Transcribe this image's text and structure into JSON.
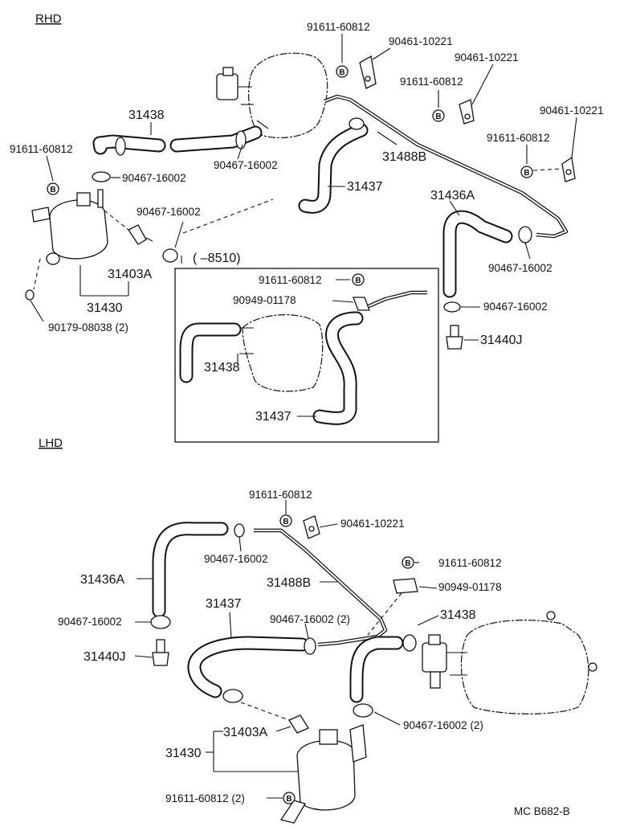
{
  "sections": {
    "rhd": "RHD",
    "lhd": "LHD",
    "inset_range": "(      –8510)"
  },
  "bolt_mark": "B",
  "rhd_labels": {
    "p1": "91611-60812",
    "p2": "90461-10221",
    "p3": "90461-10221",
    "p4": "91611-60812",
    "p5": "90461-10221",
    "p6": "91611-60812",
    "p7": "31438",
    "p8": "91611-60812",
    "p9": "31488B",
    "p10": "90467-16002",
    "p11": "90467-16002",
    "p12": "31437",
    "p13": "31436A",
    "p14": "90467-16002",
    "p15": "90467-16002",
    "p16": "31403A",
    "p17": "31430",
    "p18": "90467-16002",
    "p19": "31440J",
    "p20": "90179-08038 (2)"
  },
  "inset_labels": {
    "p1": "91611-60812",
    "p2": "90949-01178",
    "p3": "31438",
    "p4": "31437"
  },
  "lhd_labels": {
    "p1": "91611-60812",
    "p2": "90461-10221",
    "p3": "90467-16002",
    "p4": "91611-60812",
    "p5": "31436A",
    "p6": "31488B",
    "p7": "90949-01178",
    "p8": "31437",
    "p9": "31438",
    "p10": "90467-16002",
    "p11": "90467-16002 (2)",
    "p12": "31440J",
    "p13": "90467-16002 (2)",
    "p14": "31403A",
    "p15": "31430",
    "p16": "91611-60812 (2)"
  },
  "footer": {
    "code": "MC  B682-B"
  }
}
